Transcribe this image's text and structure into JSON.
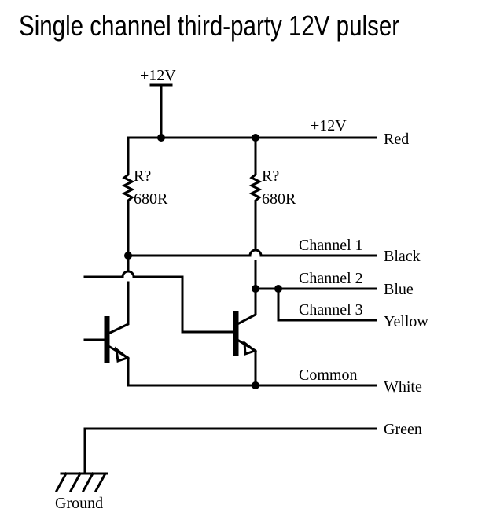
{
  "title": "Single channel third-party 12V pulser",
  "supply_top": "+12V",
  "supply_line": "+12V",
  "resistors": [
    {
      "ref": "R?",
      "value": "680R"
    },
    {
      "ref": "R?",
      "value": "680R"
    }
  ],
  "outputs": [
    {
      "signal": "Channel 1",
      "wire": "Black"
    },
    {
      "signal": "Channel 2",
      "wire": "Blue"
    },
    {
      "signal": "Channel 3",
      "wire": "Yellow"
    },
    {
      "signal": "Common",
      "wire": "White"
    }
  ],
  "wire_red": "Red",
  "wire_green": "Green",
  "ground": "Ground"
}
